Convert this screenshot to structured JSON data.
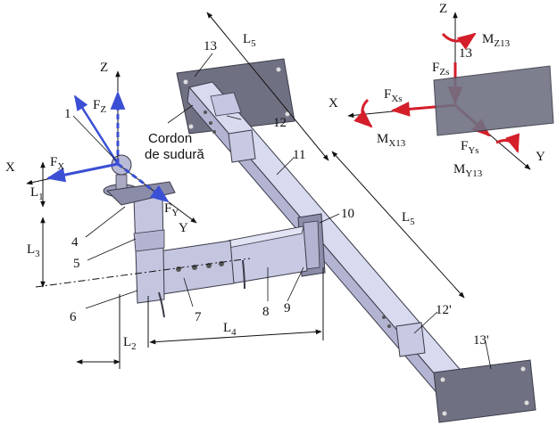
{
  "colors": {
    "plate": "#6f7182",
    "plate_dark": "#4f5160",
    "beam_top": "#d8daf0",
    "beam_side": "#b2b4d2",
    "beam_edge": "#3a3a48",
    "force_blue": "#3a4fd4",
    "force_red": "#d41e2a",
    "dim_line": "#111111"
  },
  "labels": {
    "n1": "1",
    "n4": "4",
    "n5": "5",
    "n6": "6",
    "n7": "7",
    "n8": "8",
    "n9": "9",
    "n10": "10",
    "n11": "11",
    "n12": "12",
    "n12p": "12'",
    "n13_left": "13",
    "n13_right": "13",
    "n13p": "13'"
  },
  "weld_label": {
    "line1": "Cordon",
    "line2": "de sudură"
  },
  "dimensions": {
    "L1": "L",
    "L1_sub": "1",
    "L2": "L",
    "L2_sub": "2",
    "L3": "L",
    "L3_sub": "3",
    "L4": "L",
    "L4_sub": "4",
    "L5_top": "L",
    "L5_top_sub": "5",
    "L5_right": "L",
    "L5_right_sub": "5"
  },
  "left_axes": {
    "Z": "Z",
    "X": "X",
    "Y": "Y",
    "FZ": "F",
    "FZ_sub": "Z",
    "FX": "F",
    "FX_sub": "X",
    "FY": "F",
    "FY_sub": "Y"
  },
  "right_axes": {
    "Z": "Z",
    "X": "X",
    "Y": "Y",
    "FZs": "F",
    "FZs_sub": "Zs",
    "FXs": "F",
    "FXs_sub": "Xs",
    "FYs": "F",
    "FYs_sub": "Ys",
    "MZ13": "M",
    "MZ13_sub": "Z13",
    "MX13": "M",
    "MX13_sub": "X13",
    "MY13": "M",
    "MY13_sub": "Y13"
  }
}
